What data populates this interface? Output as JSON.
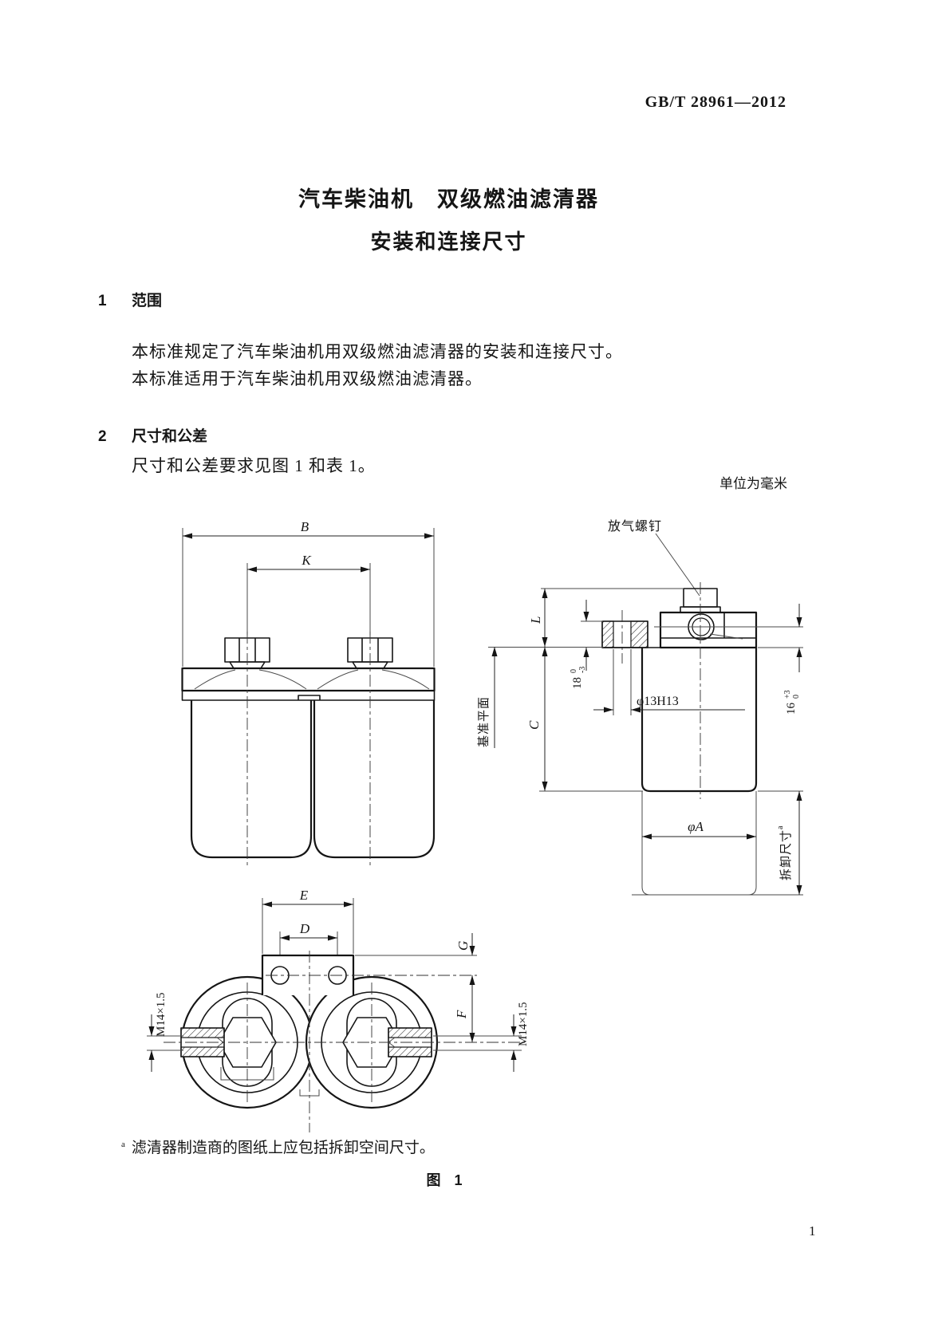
{
  "page": {
    "standard_code": "GB/T 28961—2012",
    "title_line1": "汽车柴油机　双级燃油滤清器",
    "title_line2": "安装和连接尺寸",
    "page_number": "1"
  },
  "sections": [
    {
      "number": "1",
      "heading": "范围",
      "paragraphs": [
        "本标准规定了汽车柴油机用双级燃油滤清器的安装和连接尺寸。",
        "本标准适用于汽车柴油机用双级燃油滤清器。"
      ]
    },
    {
      "number": "2",
      "heading": "尺寸和公差",
      "paragraphs": [
        "尺寸和公差要求见图 1 和表 1。"
      ]
    }
  ],
  "figure": {
    "units_note": "单位为毫米",
    "caption": "图  1",
    "footnote_marker": "a",
    "footnote_text": "滤清器制造商的图纸上应包括拆卸空间尺寸。",
    "labels": {
      "bleed_screw": "放气螺钉",
      "datum_plane": "基准平面",
      "removal_dim": "拆卸尺寸",
      "removal_sup": "a",
      "dim_B": "B",
      "dim_K": "K",
      "dim_L": "L",
      "dim_C": "C",
      "dim_E": "E",
      "dim_D": "D",
      "dim_G": "G",
      "dim_F": "F",
      "dim_phiA": "φA",
      "dim_hole": "φ13H13",
      "thread_left": "M14×1.5",
      "thread_right": "M14×1.5",
      "dim_18_main": "18",
      "dim_18_upper": "0",
      "dim_18_lower": "-3",
      "dim_16_main": "16",
      "dim_16_upper": "+3",
      "dim_16_lower": "0"
    }
  }
}
